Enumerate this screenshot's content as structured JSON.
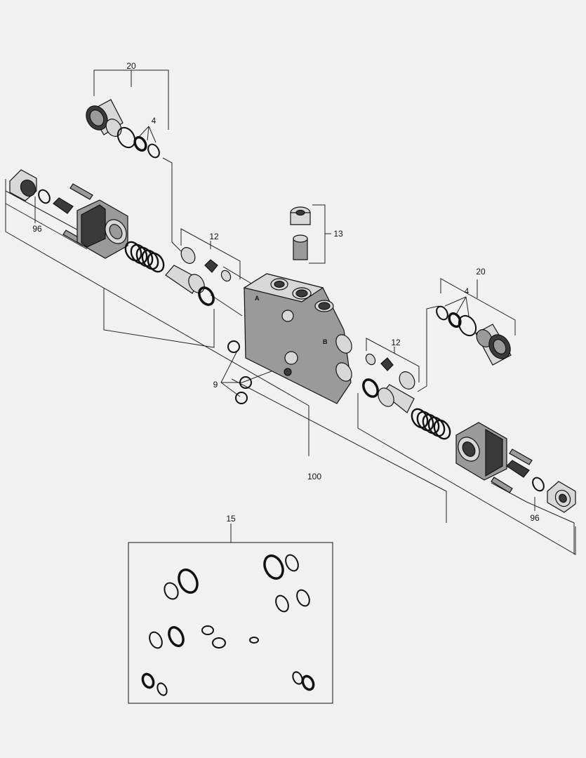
{
  "callouts": {
    "c20_top": "20",
    "c4_top": "4",
    "c96_left": "96",
    "c12_left": "12",
    "c13": "13",
    "c20_right": "20",
    "c4_right": "4",
    "c12_right": "12",
    "c9": "9",
    "c100": "100",
    "c96_right": "96",
    "c15": "15"
  },
  "port_labels": {
    "port_a": "A",
    "port_b": "B"
  }
}
